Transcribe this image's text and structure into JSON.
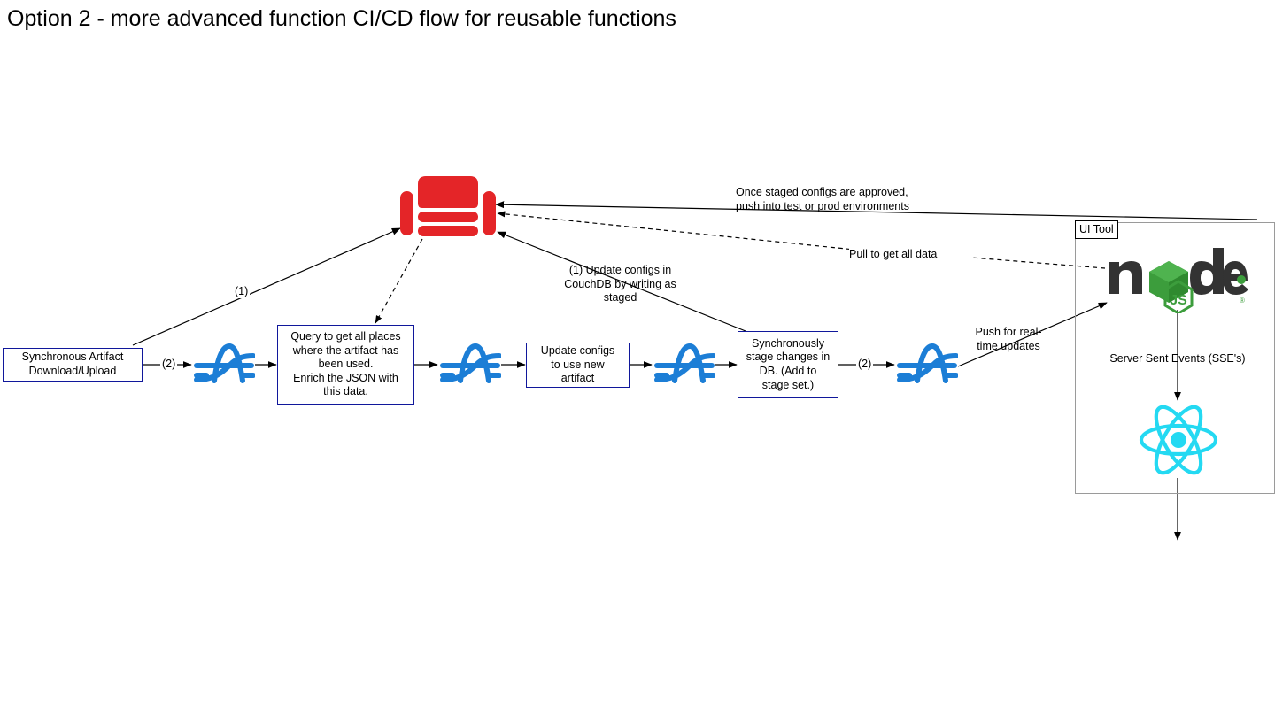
{
  "title": "Option 2 - more advanced function CI/CD flow for reusable functions",
  "colors": {
    "box_border": "#10179b",
    "couchdb_red": "#e42528",
    "openfaas_blue": "#1c7ed6",
    "node_green": "#3c9d3c",
    "node_dark": "#333333",
    "react_cyan": "#24d9f2",
    "frame_gray": "#9a9a9a",
    "edge_black": "#000000"
  },
  "nodes": {
    "artifact_box": "Synchronous Artifact\nDownload/Upload",
    "query_box": "Query to get all places\nwhere the artifact has\nbeen used.\nEnrich the JSON with\nthis data.",
    "update_configs_box": "Update configs\nto use new\nartifact",
    "stage_changes_box": "Synchronously\nstage changes in\nDB. (Add to\nstage set.)"
  },
  "annotations": {
    "approved_push": "Once staged configs are approved,\npush into test or prod environments",
    "pull_all_data": "Pull to get all data",
    "update_couchdb": "(1) Update configs in\nCouchDB by writing as\nstaged",
    "push_realtime": "Push for real-\ntime updates",
    "sse": "Server Sent Events (SSE's)"
  },
  "edge_labels": {
    "one_left": "(1)",
    "two_artifact": "(2)",
    "two_stage": "(2)"
  },
  "ui_tool": {
    "frame_label": "UI Tool"
  },
  "icons": {
    "couchdb": "couchdb-couch-icon",
    "openfaas_1": "openfaas-function-icon",
    "openfaas_2": "openfaas-function-icon",
    "openfaas_3": "openfaas-function-icon",
    "openfaas_4": "openfaas-function-icon",
    "nodejs": "nodejs-logo-icon",
    "react": "react-logo-icon"
  }
}
